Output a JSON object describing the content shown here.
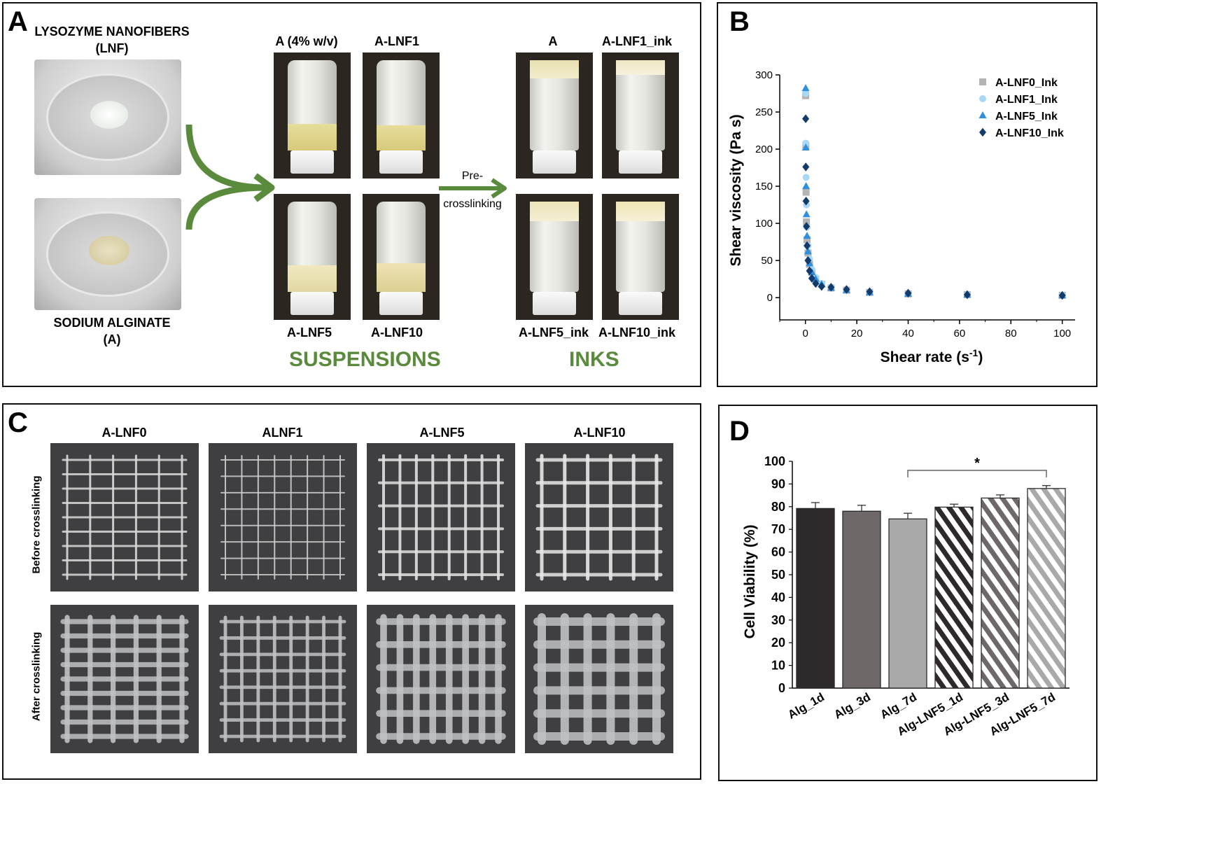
{
  "panelA": {
    "label": "A",
    "lnf_title": "LYSOZYME NANOFIBERS",
    "lnf_abbr": "(LNF)",
    "alg_title": "SODIUM ALGINATE",
    "alg_abbr": "(A)",
    "suspension_top": [
      "A (4% w/v)",
      "A-LNF1"
    ],
    "suspension_bottom": [
      "A-LNF5",
      "A-LNF10"
    ],
    "ink_top": [
      "A",
      "A-LNF1_ink"
    ],
    "ink_bottom": [
      "A-LNF5_ink",
      "A-LNF10_ink"
    ],
    "arrow_text_1": "Pre-",
    "arrow_text_2": "crosslinking",
    "suspensions_label": "SUSPENSIONS",
    "inks_label": "INKS",
    "green": "#5a8a3c"
  },
  "panelB": {
    "label": "B"
  },
  "panelC": {
    "label": "C",
    "columns": [
      "A-LNF0",
      "ALNF1",
      "A-LNF5",
      "A-LNF10"
    ],
    "rows": [
      "Before crosslinking",
      "After crosslinking"
    ]
  },
  "panelD": {
    "label": "D"
  },
  "chart_data": [
    {
      "type": "scatter",
      "xlabel": "Shear rate (s",
      "xlabel_sup": "-1",
      "xlabel_end": ")",
      "ylabel": "Shear viscosity (Pa s)",
      "xlim": [
        -10,
        105
      ],
      "ylim": [
        -30,
        300
      ],
      "xticks": [
        0,
        20,
        40,
        60,
        80,
        100
      ],
      "yticks": [
        0,
        50,
        100,
        150,
        200,
        250,
        300
      ],
      "legend_position": "top-right",
      "series": [
        {
          "name": "A-LNF0_Ink",
          "marker": "square",
          "color": "#b4b4b4",
          "x": [
            0.1,
            0.16,
            0.25,
            0.4,
            0.63,
            1,
            1.6,
            2.5,
            4,
            6.3,
            10,
            16,
            25,
            40,
            63,
            100
          ],
          "y": [
            272,
            205,
            142,
            102,
            78,
            60,
            45,
            34,
            25,
            18,
            13,
            10,
            7,
            5,
            4,
            3
          ]
        },
        {
          "name": "A-LNF1_Ink",
          "marker": "circle",
          "color": "#a8d8f5",
          "x": [
            0.1,
            0.16,
            0.25,
            0.4,
            0.63,
            1,
            1.6,
            2.5,
            4,
            6.3,
            10,
            16,
            25,
            40,
            63,
            100
          ],
          "y": [
            275,
            208,
            162,
            125,
            95,
            70,
            52,
            38,
            27,
            19,
            14,
            10,
            7,
            5,
            4,
            3
          ]
        },
        {
          "name": "A-LNF5_Ink",
          "marker": "triangle",
          "color": "#2f8fe0",
          "x": [
            0.1,
            0.16,
            0.25,
            0.4,
            0.63,
            1,
            1.6,
            2.5,
            4,
            6.3,
            10,
            16,
            25,
            40,
            63,
            100
          ],
          "y": [
            282,
            202,
            150,
            112,
            83,
            62,
            46,
            34,
            25,
            18,
            13,
            10,
            7,
            5,
            4,
            3
          ]
        },
        {
          "name": "A-LNF10_Ink",
          "marker": "diamond",
          "color": "#123a6b",
          "x": [
            0.1,
            0.16,
            0.25,
            0.4,
            0.63,
            1,
            1.6,
            2.5,
            4,
            6.3,
            10,
            16,
            25,
            40,
            63,
            100
          ],
          "y": [
            241,
            176,
            130,
            96,
            70,
            50,
            36,
            26,
            19,
            15,
            14,
            11,
            8,
            6,
            4,
            3
          ]
        }
      ]
    },
    {
      "type": "bar",
      "ylabel": "Cell Viability (%)",
      "ylim": [
        0,
        100
      ],
      "yticks": [
        0,
        10,
        20,
        30,
        40,
        50,
        60,
        70,
        80,
        90,
        100
      ],
      "categories": [
        "Alg_1d",
        "Alg_3d",
        "Alg_7d",
        "Alg-LNF5_1d",
        "Alg-LNF5_3d",
        "Alg-LNF5_7d"
      ],
      "values": [
        79.2,
        78.0,
        74.6,
        79.8,
        83.8,
        88.0
      ],
      "errors": [
        2.6,
        2.6,
        2.5,
        1.3,
        1.4,
        1.3
      ],
      "fills": [
        "#2e292b",
        "#6e6869",
        "#a9a9a9",
        "hatch-dark",
        "hatch-mid",
        "hatch-light"
      ],
      "significance": {
        "from": 2,
        "to": 5,
        "label": "*"
      }
    }
  ]
}
